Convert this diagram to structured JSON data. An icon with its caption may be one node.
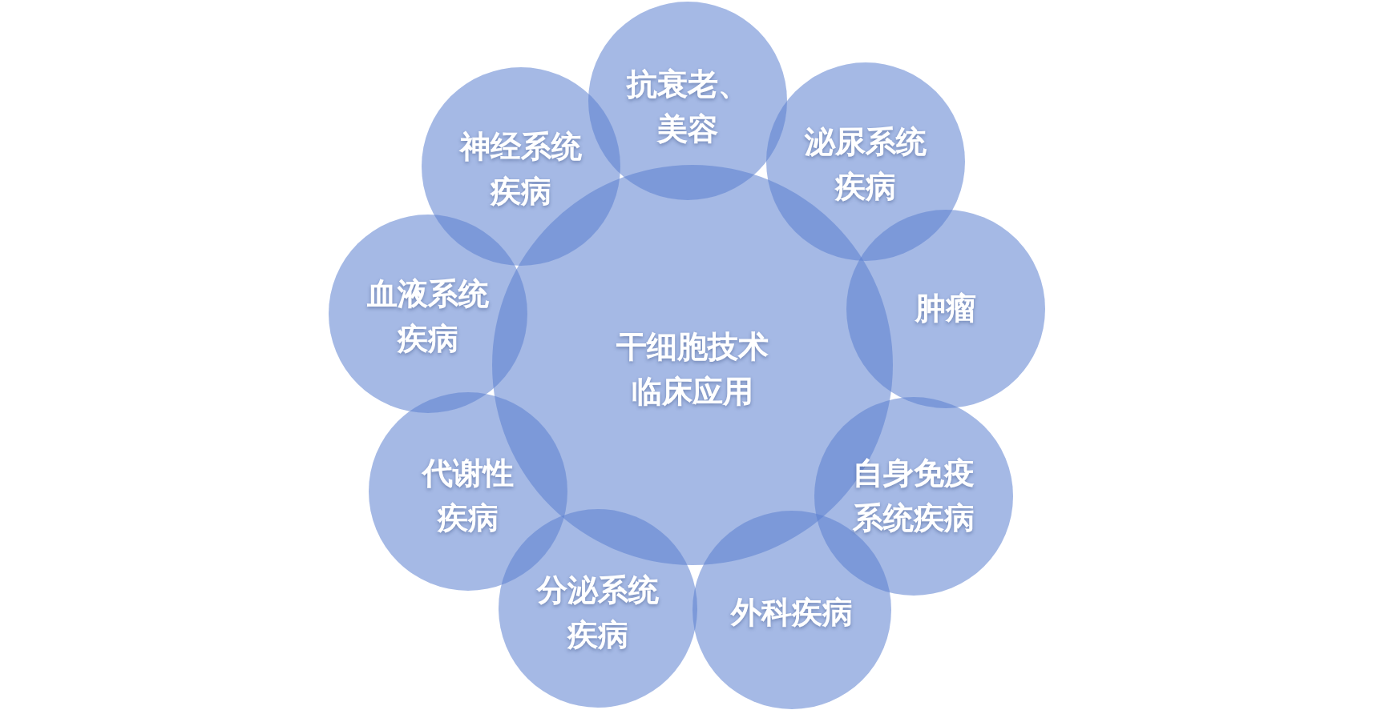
{
  "diagram": {
    "nodes": [
      {
        "text": [
          "干细胞技术临床应用"
        ]
      },
      {
        "text": [
          "抗衰老、美容"
        ]
      },
      {
        "text": [
          "泌尿系统疾病"
        ]
      },
      {
        "text": [
          "肿瘤"
        ]
      },
      {
        "text": [
          "自身免疫系统疾病"
        ]
      },
      {
        "text": [
          "外科疾病"
        ]
      },
      {
        "text": [
          "分泌系统疾病"
        ]
      },
      {
        "text": [
          "代谢性疾病"
        ]
      },
      {
        "text": [
          "血液系统疾病"
        ]
      },
      {
        "text": [
          "神经系统疾病"
        ]
      }
    ]
  }
}
